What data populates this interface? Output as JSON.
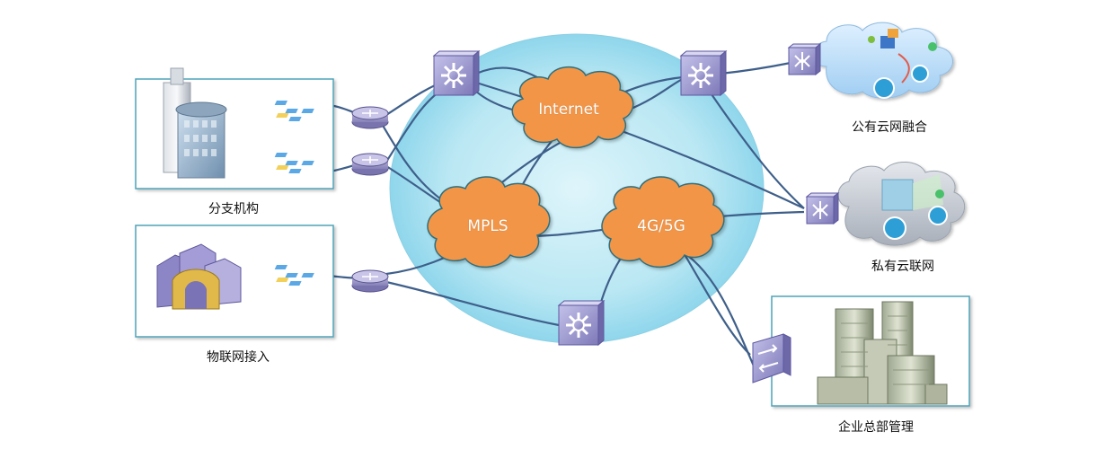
{
  "nodes": {
    "internet": "Internet",
    "mpls": "MPLS",
    "cellular": "4G/5G"
  },
  "sites": {
    "branch": "分支机构",
    "iot": "物联网接入",
    "public_cloud": "公有云网融合",
    "private_cloud": "私有云联网",
    "hq": "企业总部管理"
  },
  "colors": {
    "core_cloud": "#f29546",
    "links": "#3e5f8a",
    "backbone_fill": "#bfe9f5",
    "device": "#9b97cc"
  }
}
